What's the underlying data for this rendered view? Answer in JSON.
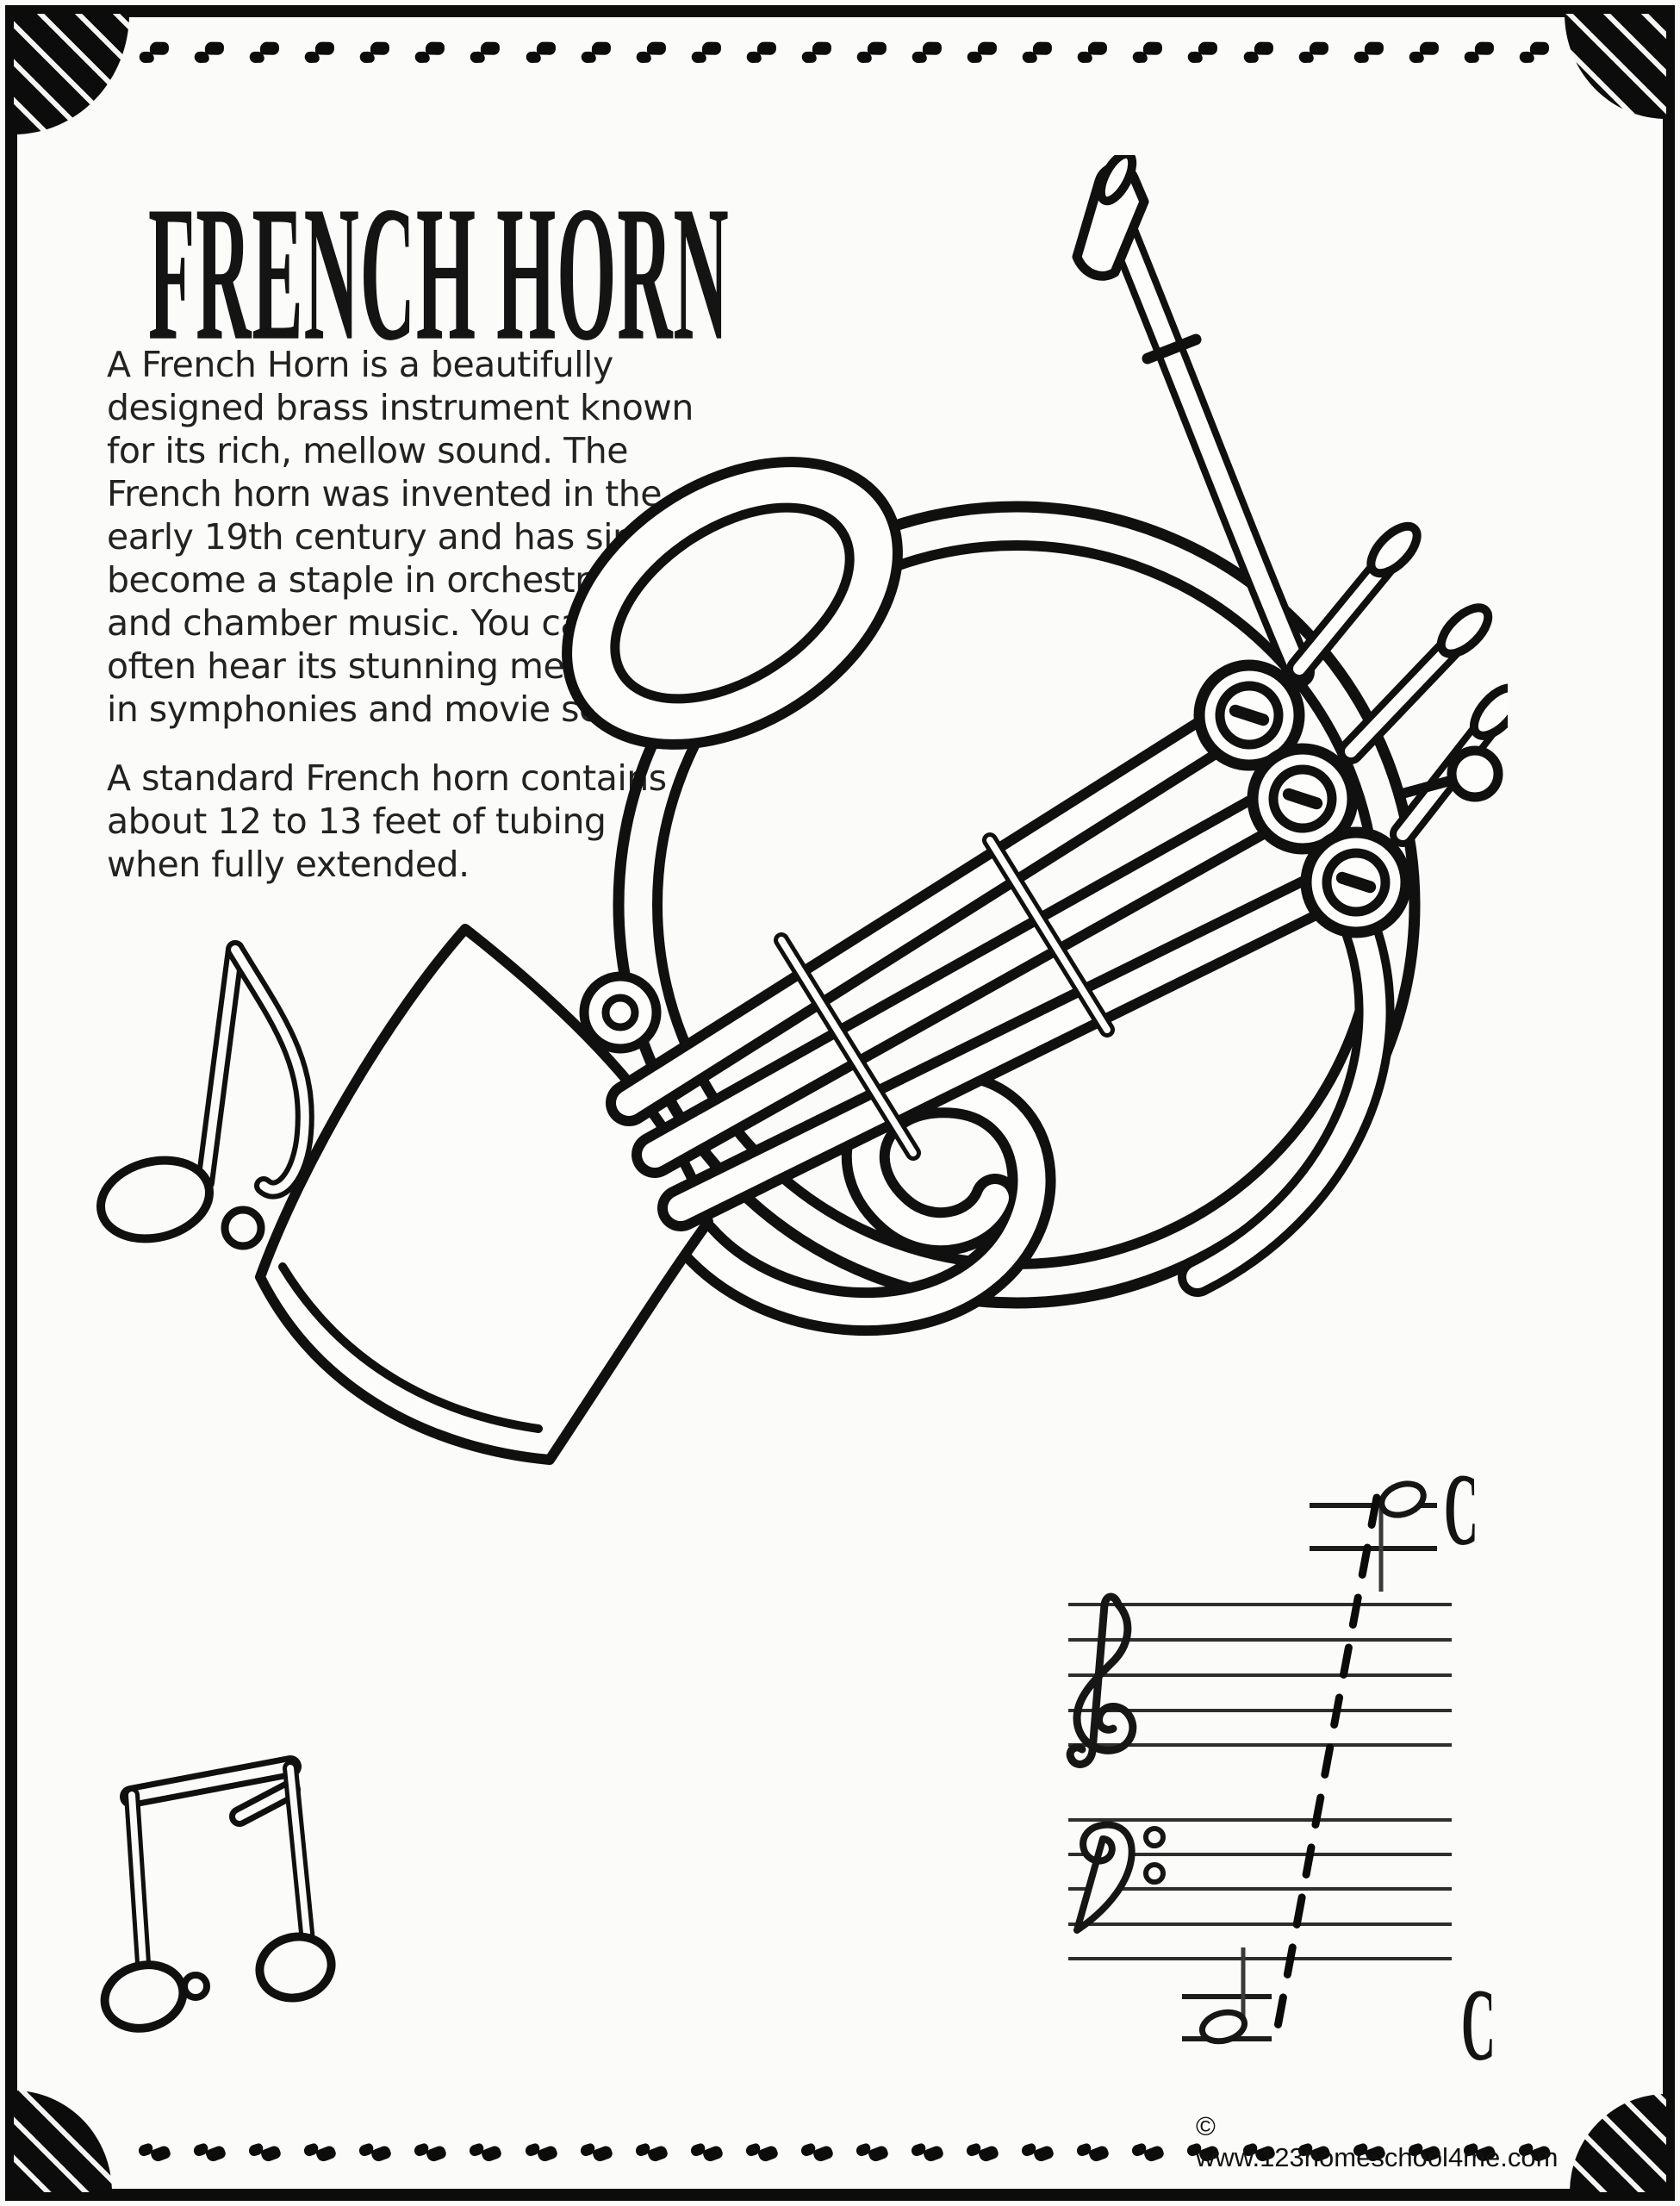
{
  "page": {
    "background": "#fbfbf9",
    "ink": "#0c0c0c"
  },
  "ornaments": {
    "top_count": 26,
    "bottom_count": 26
  },
  "header": {
    "title": "FRENCH HORN"
  },
  "body": {
    "paragraph1": "A French Horn is a beautifully\ndesigned brass instrument known\nfor its rich, mellow sound. The\nFrench horn was invented in the\nearly 19th century and has since\nbecome a staple in orchestras\nand chamber music. You can\noften hear its stunning melodies\nin symphonies and movie scores.",
    "paragraph2": "A standard French horn contains\nabout 12 to 13 feet of tubing\nwhen fully extended."
  },
  "range_diagram": {
    "high_c_label": "C",
    "low_c_label": "C"
  },
  "footer": {
    "copyright": "© www.123homeschool4me.com"
  }
}
